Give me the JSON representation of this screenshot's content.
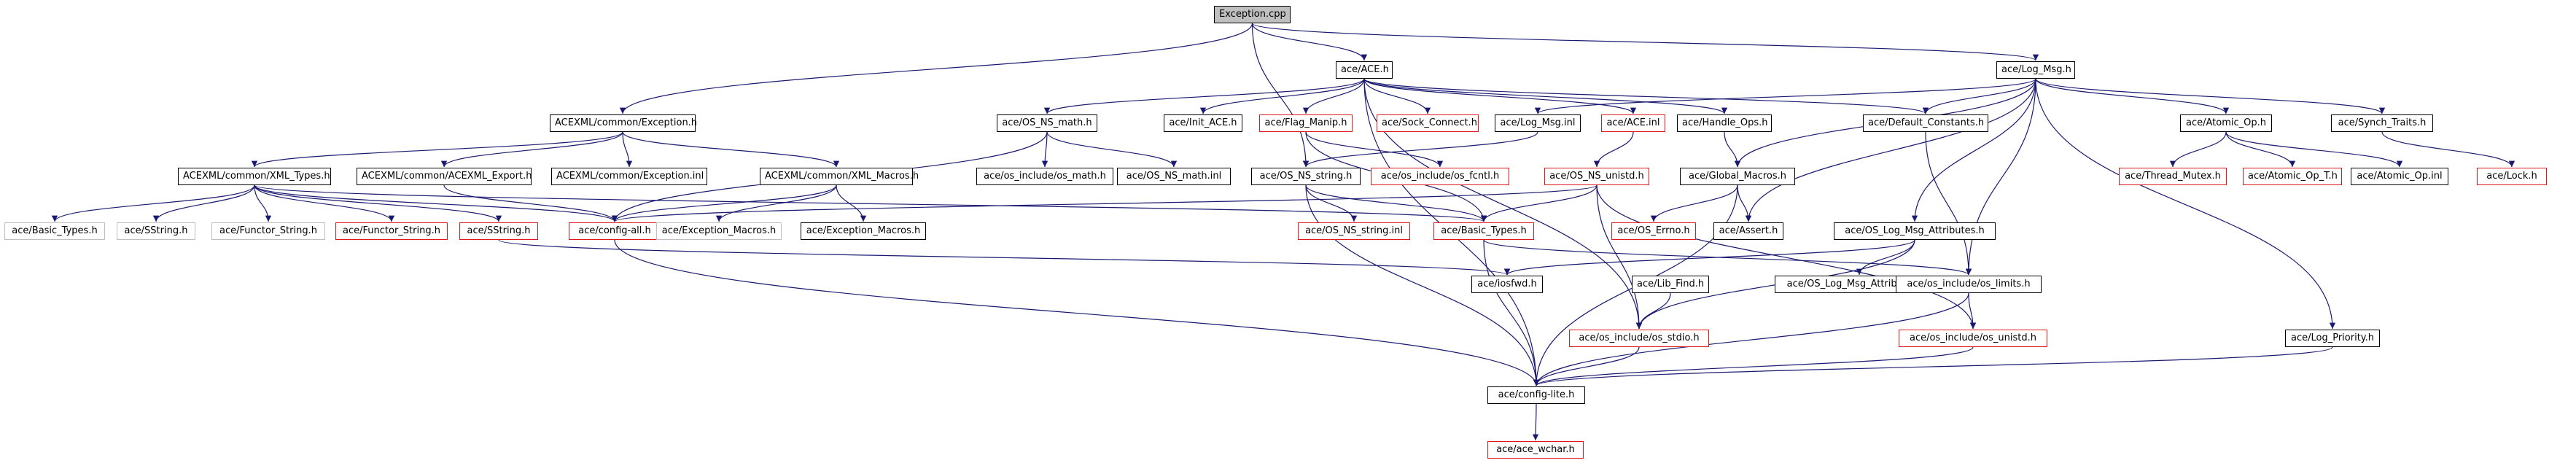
{
  "diagram": {
    "type": "include-dependency-graph",
    "colors": {
      "edge": "#191970",
      "root_fill": "#bfbfbf",
      "border_linked": "#000000",
      "border_incomplete": "#ff0000",
      "border_not_documented": "#bfbfbf"
    },
    "nodes": [
      {
        "id": "n_exception_cpp",
        "label": "Exception.cpp",
        "kind": "root"
      },
      {
        "id": "n_ace_h",
        "label": "ace/ACE.h",
        "kind": "linked"
      },
      {
        "id": "n_log_msg_h",
        "label": "ace/Log_Msg.h",
        "kind": "linked"
      },
      {
        "id": "n_acexml_exception_h",
        "label": "ACEXML/common/Exception.h",
        "kind": "linked"
      },
      {
        "id": "n_os_ns_math_h",
        "label": "ace/OS_NS_math.h",
        "kind": "linked"
      },
      {
        "id": "n_init_ace_h",
        "label": "ace/Init_ACE.h",
        "kind": "linked"
      },
      {
        "id": "n_flag_manip_h",
        "label": "ace/Flag_Manip.h",
        "kind": "incomplete"
      },
      {
        "id": "n_sock_connect_h",
        "label": "ace/Sock_Connect.h",
        "kind": "incomplete"
      },
      {
        "id": "n_log_msg_inl",
        "label": "ace/Log_Msg.inl",
        "kind": "linked"
      },
      {
        "id": "n_ace_inl",
        "label": "ace/ACE.inl",
        "kind": "incomplete"
      },
      {
        "id": "n_handle_ops_h",
        "label": "ace/Handle_Ops.h",
        "kind": "linked"
      },
      {
        "id": "n_default_constants_h",
        "label": "ace/Default_Constants.h",
        "kind": "linked"
      },
      {
        "id": "n_atomic_op_h",
        "label": "ace/Atomic_Op.h",
        "kind": "linked"
      },
      {
        "id": "n_synch_traits_h",
        "label": "ace/Synch_Traits.h",
        "kind": "linked"
      },
      {
        "id": "n_xml_types_h",
        "label": "ACEXML/common/XML_Types.h",
        "kind": "linked"
      },
      {
        "id": "n_acexml_export_h",
        "label": "ACEXML/common/ACEXML_Export.h",
        "kind": "linked"
      },
      {
        "id": "n_acexml_exception_inl",
        "label": "ACEXML/common/Exception.inl",
        "kind": "linked"
      },
      {
        "id": "n_xml_macros_h",
        "label": "ACEXML/common/XML_Macros.h",
        "kind": "linked"
      },
      {
        "id": "n_os_math_h",
        "label": "ace/os_include/os_math.h",
        "kind": "linked"
      },
      {
        "id": "n_os_ns_math_inl",
        "label": "ace/OS_NS_math.inl",
        "kind": "linked"
      },
      {
        "id": "n_os_ns_string_h",
        "label": "ace/OS_NS_string.h",
        "kind": "linked"
      },
      {
        "id": "n_os_fcntl_h",
        "label": "ace/os_include/os_fcntl.h",
        "kind": "incomplete"
      },
      {
        "id": "n_os_ns_unistd_h",
        "label": "ace/OS_NS_unistd.h",
        "kind": "incomplete"
      },
      {
        "id": "n_global_macros_h",
        "label": "ace/Global_Macros.h",
        "kind": "linked"
      },
      {
        "id": "n_thread_mutex_h",
        "label": "ace/Thread_Mutex.h",
        "kind": "incomplete"
      },
      {
        "id": "n_atomic_op_t_h",
        "label": "ace/Atomic_Op_T.h",
        "kind": "incomplete"
      },
      {
        "id": "n_atomic_op_inl",
        "label": "ace/Atomic_Op.inl",
        "kind": "linked"
      },
      {
        "id": "n_lock_h",
        "label": "ace/Lock.h",
        "kind": "incomplete"
      },
      {
        "id": "n_basic_types_h_missing",
        "label": "ace/Basic_Types.h",
        "kind": "not-documented"
      },
      {
        "id": "n_sstring_h_missing",
        "label": "ace/SString.h",
        "kind": "not-documented"
      },
      {
        "id": "n_functor_string_h_missing",
        "label": "ace/Functor_String.h",
        "kind": "not-documented"
      },
      {
        "id": "n_functor_string_h",
        "label": "ace/Functor_String.h",
        "kind": "incomplete"
      },
      {
        "id": "n_sstring_h",
        "label": "ace/SString.h",
        "kind": "incomplete"
      },
      {
        "id": "n_config_all_h",
        "label": "ace/config-all.h",
        "kind": "incomplete"
      },
      {
        "id": "n_exception_macros_h_missing",
        "label": "ace/Exception_Macros.h",
        "kind": "not-documented"
      },
      {
        "id": "n_exception_macros_h",
        "label": "ace/Exception_Macros.h",
        "kind": "linked"
      },
      {
        "id": "n_os_ns_string_inl",
        "label": "ace/OS_NS_string.inl",
        "kind": "incomplete"
      },
      {
        "id": "n_basic_types_h",
        "label": "ace/Basic_Types.h",
        "kind": "incomplete"
      },
      {
        "id": "n_os_errno_h",
        "label": "ace/OS_Errno.h",
        "kind": "incomplete"
      },
      {
        "id": "n_assert_h",
        "label": "ace/Assert.h",
        "kind": "linked"
      },
      {
        "id": "n_os_log_msg_attributes_h",
        "label": "ace/OS_Log_Msg_Attributes.h",
        "kind": "linked"
      },
      {
        "id": "n_iosfwd_h",
        "label": "ace/iosfwd.h",
        "kind": "linked"
      },
      {
        "id": "n_lib_find_h",
        "label": "ace/Lib_Find.h",
        "kind": "linked"
      },
      {
        "id": "n_os_log_msg_attributes_inl",
        "label": "ace/OS_Log_Msg_Attributes.inl",
        "kind": "linked"
      },
      {
        "id": "n_os_limits_h",
        "label": "ace/os_include/os_limits.h",
        "kind": "linked"
      },
      {
        "id": "n_os_stdio_h",
        "label": "ace/os_include/os_stdio.h",
        "kind": "incomplete"
      },
      {
        "id": "n_os_unistd_h",
        "label": "ace/os_include/os_unistd.h",
        "kind": "incomplete"
      },
      {
        "id": "n_log_priority_h",
        "label": "ace/Log_Priority.h",
        "kind": "linked"
      },
      {
        "id": "n_config_lite_h",
        "label": "ace/config-lite.h",
        "kind": "linked"
      },
      {
        "id": "n_ace_wchar_h",
        "label": "ace/ace_wchar.h",
        "kind": "incomplete"
      }
    ],
    "edges": [
      [
        "n_exception_cpp",
        "n_acexml_exception_h"
      ],
      [
        "n_exception_cpp",
        "n_ace_h"
      ],
      [
        "n_exception_cpp",
        "n_log_msg_h"
      ],
      [
        "n_exception_cpp",
        "n_os_ns_string_h"
      ],
      [
        "n_ace_h",
        "n_os_ns_math_h"
      ],
      [
        "n_ace_h",
        "n_init_ace_h"
      ],
      [
        "n_ace_h",
        "n_flag_manip_h"
      ],
      [
        "n_ace_h",
        "n_sock_connect_h"
      ],
      [
        "n_ace_h",
        "n_ace_inl"
      ],
      [
        "n_ace_h",
        "n_handle_ops_h"
      ],
      [
        "n_ace_h",
        "n_default_constants_h"
      ],
      [
        "n_ace_h",
        "n_config_lite_h"
      ],
      [
        "n_ace_h",
        "n_os_stdio_h"
      ],
      [
        "n_log_msg_h",
        "n_log_msg_inl"
      ],
      [
        "n_log_msg_h",
        "n_default_constants_h"
      ],
      [
        "n_log_msg_h",
        "n_atomic_op_h"
      ],
      [
        "n_log_msg_h",
        "n_synch_traits_h"
      ],
      [
        "n_log_msg_h",
        "n_global_macros_h"
      ],
      [
        "n_log_msg_h",
        "n_os_log_msg_attributes_h"
      ],
      [
        "n_log_msg_h",
        "n_os_limits_h"
      ],
      [
        "n_log_msg_h",
        "n_log_priority_h"
      ],
      [
        "n_log_msg_h",
        "n_assert_h"
      ],
      [
        "n_acexml_exception_h",
        "n_xml_types_h"
      ],
      [
        "n_acexml_exception_h",
        "n_acexml_export_h"
      ],
      [
        "n_acexml_exception_h",
        "n_acexml_exception_inl"
      ],
      [
        "n_acexml_exception_h",
        "n_xml_macros_h"
      ],
      [
        "n_os_ns_math_h",
        "n_os_math_h"
      ],
      [
        "n_os_ns_math_h",
        "n_os_ns_math_inl"
      ],
      [
        "n_os_ns_math_h",
        "n_config_all_h"
      ],
      [
        "n_flag_manip_h",
        "n_os_fcntl_h"
      ],
      [
        "n_flag_manip_h",
        "n_basic_types_h"
      ],
      [
        "n_log_msg_inl",
        "n_os_ns_string_h"
      ],
      [
        "n_ace_inl",
        "n_os_ns_unistd_h"
      ],
      [
        "n_handle_ops_h",
        "n_global_macros_h"
      ],
      [
        "n_default_constants_h",
        "n_os_limits_h"
      ],
      [
        "n_atomic_op_h",
        "n_thread_mutex_h"
      ],
      [
        "n_atomic_op_h",
        "n_atomic_op_t_h"
      ],
      [
        "n_atomic_op_h",
        "n_atomic_op_inl"
      ],
      [
        "n_synch_traits_h",
        "n_lock_h"
      ],
      [
        "n_xml_types_h",
        "n_basic_types_h_missing"
      ],
      [
        "n_xml_types_h",
        "n_sstring_h_missing"
      ],
      [
        "n_xml_types_h",
        "n_functor_string_h_missing"
      ],
      [
        "n_xml_types_h",
        "n_functor_string_h"
      ],
      [
        "n_xml_types_h",
        "n_sstring_h"
      ],
      [
        "n_xml_types_h",
        "n_config_all_h"
      ],
      [
        "n_xml_types_h",
        "n_basic_types_h"
      ],
      [
        "n_acexml_export_h",
        "n_config_all_h"
      ],
      [
        "n_xml_macros_h",
        "n_exception_macros_h_missing"
      ],
      [
        "n_xml_macros_h",
        "n_exception_macros_h"
      ],
      [
        "n_xml_macros_h",
        "n_config_all_h"
      ],
      [
        "n_os_ns_string_h",
        "n_os_ns_string_inl"
      ],
      [
        "n_os_ns_string_h",
        "n_basic_types_h"
      ],
      [
        "n_os_ns_string_h",
        "n_config_lite_h"
      ],
      [
        "n_os_ns_unistd_h",
        "n_config_all_h"
      ],
      [
        "n_os_ns_unistd_h",
        "n_basic_types_h"
      ],
      [
        "n_os_ns_unistd_h",
        "n_os_stdio_h"
      ],
      [
        "n_os_ns_unistd_h",
        "n_os_unistd_h"
      ],
      [
        "n_global_macros_h",
        "n_os_errno_h"
      ],
      [
        "n_global_macros_h",
        "n_assert_h"
      ],
      [
        "n_global_macros_h",
        "n_config_lite_h"
      ],
      [
        "n_sstring_h",
        "n_iosfwd_h"
      ],
      [
        "n_config_all_h",
        "n_config_lite_h"
      ],
      [
        "n_basic_types_h",
        "n_config_lite_h"
      ],
      [
        "n_basic_types_h",
        "n_os_limits_h"
      ],
      [
        "n_os_log_msg_attributes_h",
        "n_iosfwd_h"
      ],
      [
        "n_os_log_msg_attributes_h",
        "n_os_log_msg_attributes_inl"
      ],
      [
        "n_os_log_msg_attributes_h",
        "n_os_stdio_h"
      ],
      [
        "n_lib_find_h",
        "n_os_stdio_h"
      ],
      [
        "n_os_limits_h",
        "n_os_unistd_h"
      ],
      [
        "n_os_limits_h",
        "n_config_lite_h"
      ],
      [
        "n_os_stdio_h",
        "n_config_lite_h"
      ],
      [
        "n_os_unistd_h",
        "n_config_lite_h"
      ],
      [
        "n_log_priority_h",
        "n_config_lite_h"
      ],
      [
        "n_config_lite_h",
        "n_ace_wchar_h"
      ]
    ]
  }
}
